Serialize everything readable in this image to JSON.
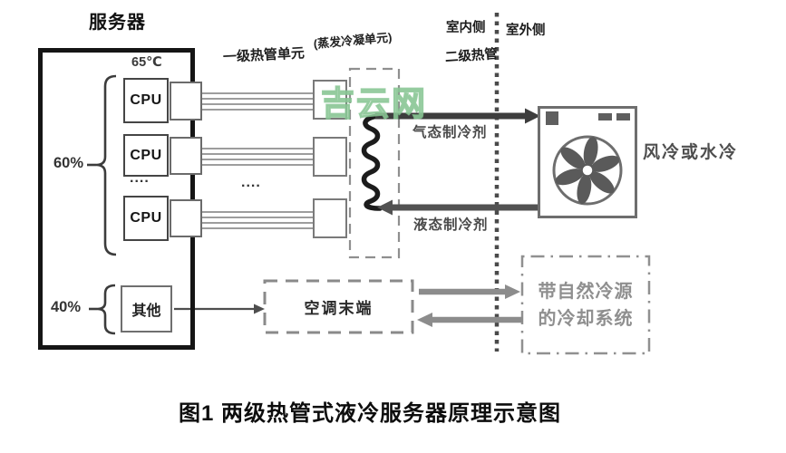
{
  "watermark": {
    "text": "吉云网",
    "color": "#8fc79a"
  },
  "server": {
    "title": "服务器",
    "temp": "65℃",
    "cpu_group_share": "60%",
    "other_group_share": "40%",
    "cpus": [
      "CPU",
      "CPU",
      "CPU"
    ],
    "cpu_ellipsis": "....",
    "other": "其他"
  },
  "middle": {
    "primary_unit_label": "一级热管单元",
    "evap_unit_label": "(蒸发冷凝单元)",
    "pipe_ellipsis": "...."
  },
  "divider": {
    "indoor": "室内侧",
    "outdoor": "室外侧",
    "secondary_pipe": "二级热管"
  },
  "flows": {
    "gas": "气态制冷剂",
    "liquid": "液态制冷剂"
  },
  "outdoor_unit": {
    "label": "风冷或水冷"
  },
  "bottom": {
    "ac_terminal": "空调末端",
    "natural_cooling_line1": "带自然冷源",
    "natural_cooling_line2": "的冷却系统"
  },
  "caption": "图1 两级热管式液冷服务器原理示意图",
  "colors": {
    "ink": "#151515",
    "box_gray": "#6e6e6e",
    "pipe_gray": "#8f8f8f",
    "arrow_dark": "#3d3d3d",
    "arrow_gray": "#8c8c8c",
    "light_text_gray": "#8f8f8f"
  }
}
